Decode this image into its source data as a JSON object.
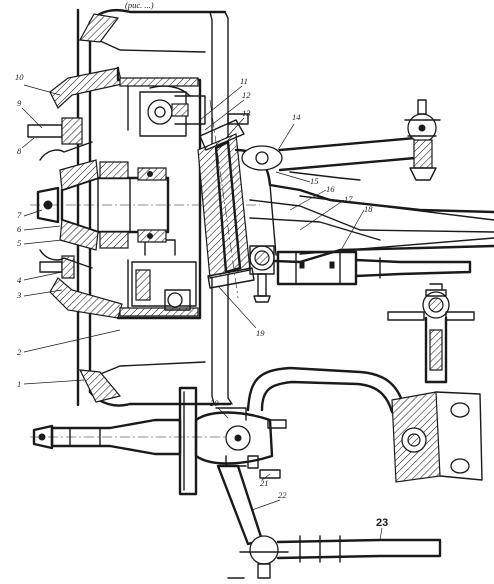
{
  "figure": {
    "header_fragment": "(рис. ...)",
    "callouts": [
      "1",
      "2",
      "3",
      "4",
      "5",
      "6",
      "7",
      "8",
      "9",
      "10",
      "11",
      "12",
      "13",
      "14",
      "15",
      "16",
      "17",
      "18",
      "19",
      "20",
      "21",
      "22",
      "23"
    ]
  }
}
